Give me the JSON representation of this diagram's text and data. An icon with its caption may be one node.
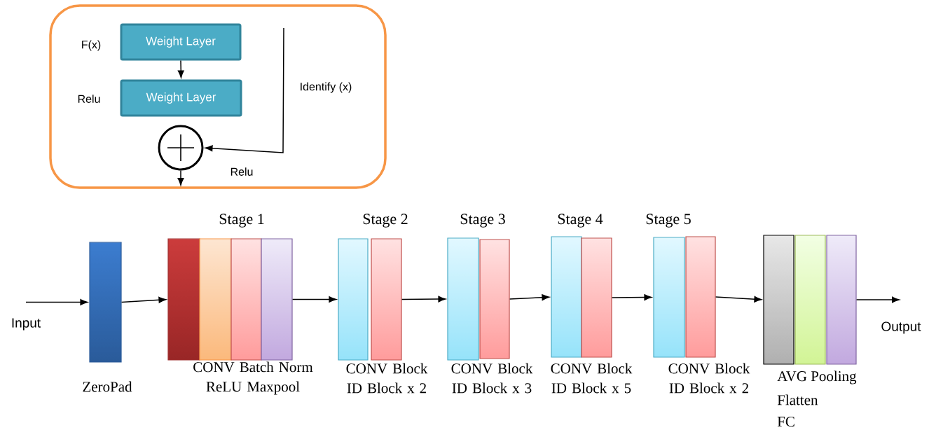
{
  "diagram": {
    "nodes": [
      {
        "text": [],
        "shape": "box"
      },
      {
        "text": [
          "Weight Layer"
        ],
        "in": 0,
        "beside": [
          "F(x)"
        ]
      },
      {
        "text": [
          "Weight Layer"
        ],
        "in": 0,
        "beside": [
          "Relu"
        ]
      },
      {
        "text": [],
        "shape": "circle",
        "in": 0,
        "beside": [
          "Relu"
        ]
      },
      {
        "text": [
          "Input"
        ]
      },
      {
        "text": [],
        "shape": "bar",
        "beside": [
          "ZeroPad"
        ]
      },
      {
        "text": [],
        "shape": "bar"
      },
      {
        "text": [],
        "shape": "bar"
      },
      {
        "text": [],
        "shape": "bar"
      },
      {
        "text": [],
        "shape": "bar"
      },
      {
        "text": [],
        "shape": "bar"
      },
      {
        "text": [],
        "shape": "bar"
      },
      {
        "text": [],
        "shape": "bar"
      },
      {
        "text": [],
        "shape": "bar"
      },
      {
        "text": [],
        "shape": "bar"
      },
      {
        "text": [],
        "shape": "bar"
      },
      {
        "text": [],
        "shape": "bar"
      },
      {
        "text": [],
        "shape": "bar"
      },
      {
        "text": [],
        "shape": "bar"
      },
      {
        "text": [],
        "shape": "bar"
      },
      {
        "text": [],
        "shape": "bar"
      },
      {
        "text": [
          "Output"
        ]
      }
    ],
    "edges": [
      {
        "from": 1,
        "to": 2,
        "arrow": "to"
      },
      {
        "from": null,
        "to": 3,
        "arrow": "to",
        "label": "Identify (x)"
      },
      {
        "from": 3,
        "to": null,
        "arrow": "to"
      },
      {
        "from": 4,
        "to": 5,
        "arrow": "to"
      },
      {
        "from": 5,
        "to": 6,
        "arrow": "to"
      },
      {
        "from": 9,
        "to": 10,
        "arrow": "to"
      },
      {
        "from": 11,
        "to": 12,
        "arrow": "to"
      },
      {
        "from": 13,
        "to": 14,
        "arrow": "to"
      },
      {
        "from": 15,
        "to": 16,
        "arrow": "to"
      },
      {
        "from": 17,
        "to": 18,
        "arrow": "to"
      },
      {
        "from": 20,
        "to": 21,
        "arrow": "to"
      }
    ],
    "labels": [
      "Stage 1",
      "Stage 2",
      "Stage 3",
      "Stage 4",
      "Stage 5",
      "CONV Batch Norm ReLU Maxpool",
      "CONV Block ID Block x 2",
      "CONV Block ID Block x 3",
      "CONV Block ID Block x 5",
      "CONV Block ID Block x 2",
      "AVG Pooling",
      "Flatten",
      "FC"
    ]
  }
}
